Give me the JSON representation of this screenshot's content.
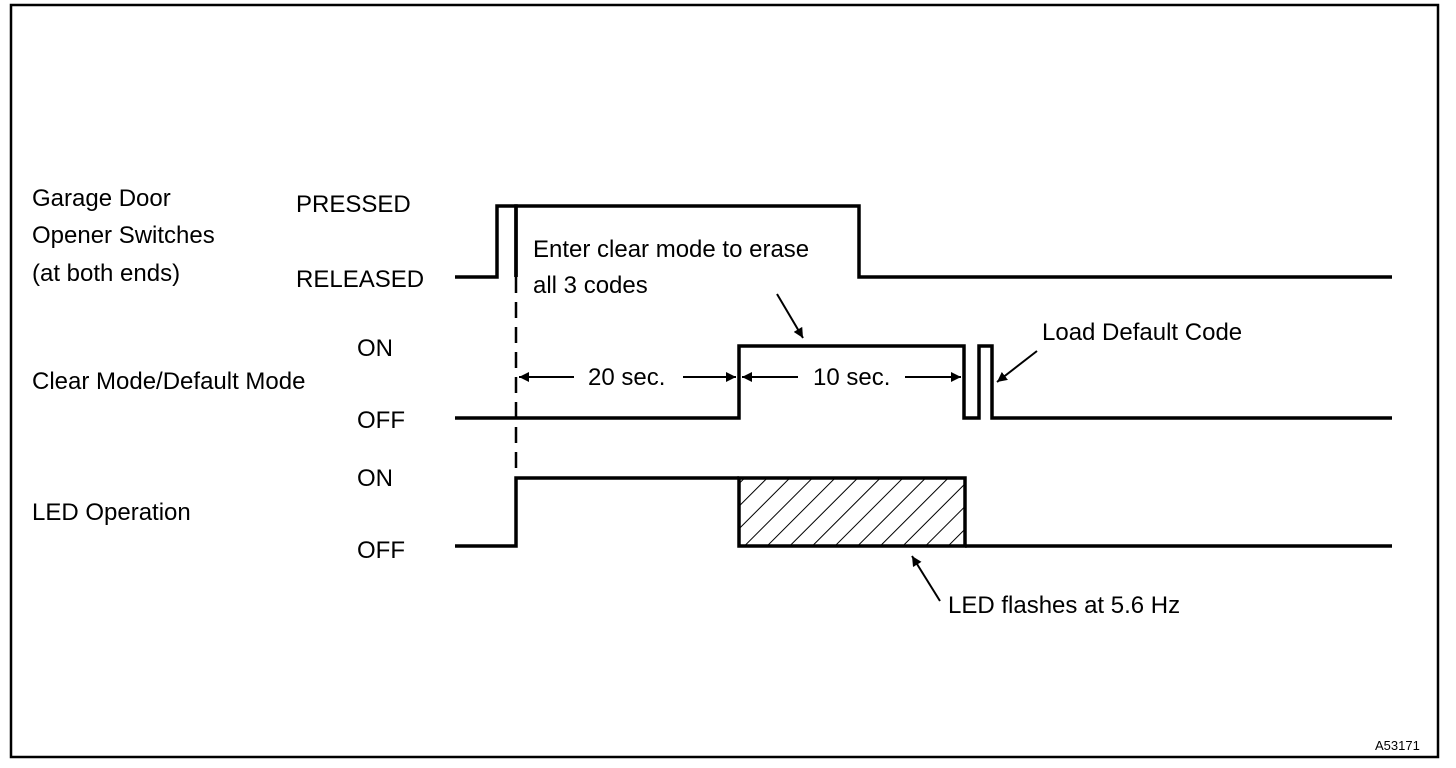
{
  "signals": [
    {
      "name": "Garage Door Opener Switches (at both ends)",
      "name_lines": [
        "Garage Door",
        "Opener Switches",
        "(at both ends)"
      ],
      "high_state": "PRESSED",
      "low_state": "RELEASED"
    },
    {
      "name": "Clear Mode/Default Mode",
      "name_lines": [
        "Clear Mode/Default Mode"
      ],
      "high_state": "ON",
      "low_state": "OFF"
    },
    {
      "name": "LED Operation",
      "name_lines": [
        "LED Operation"
      ],
      "high_state": "ON",
      "low_state": "OFF"
    }
  ],
  "timing": {
    "interval_1": "20 sec.",
    "interval_2": "10 sec."
  },
  "annotations": {
    "clear_mode": [
      "Enter clear mode to erase",
      "all 3 codes"
    ],
    "load_default": "Load Default Code",
    "led_flash": "LED flashes at 5.6 Hz"
  },
  "reference_code": "A53171"
}
